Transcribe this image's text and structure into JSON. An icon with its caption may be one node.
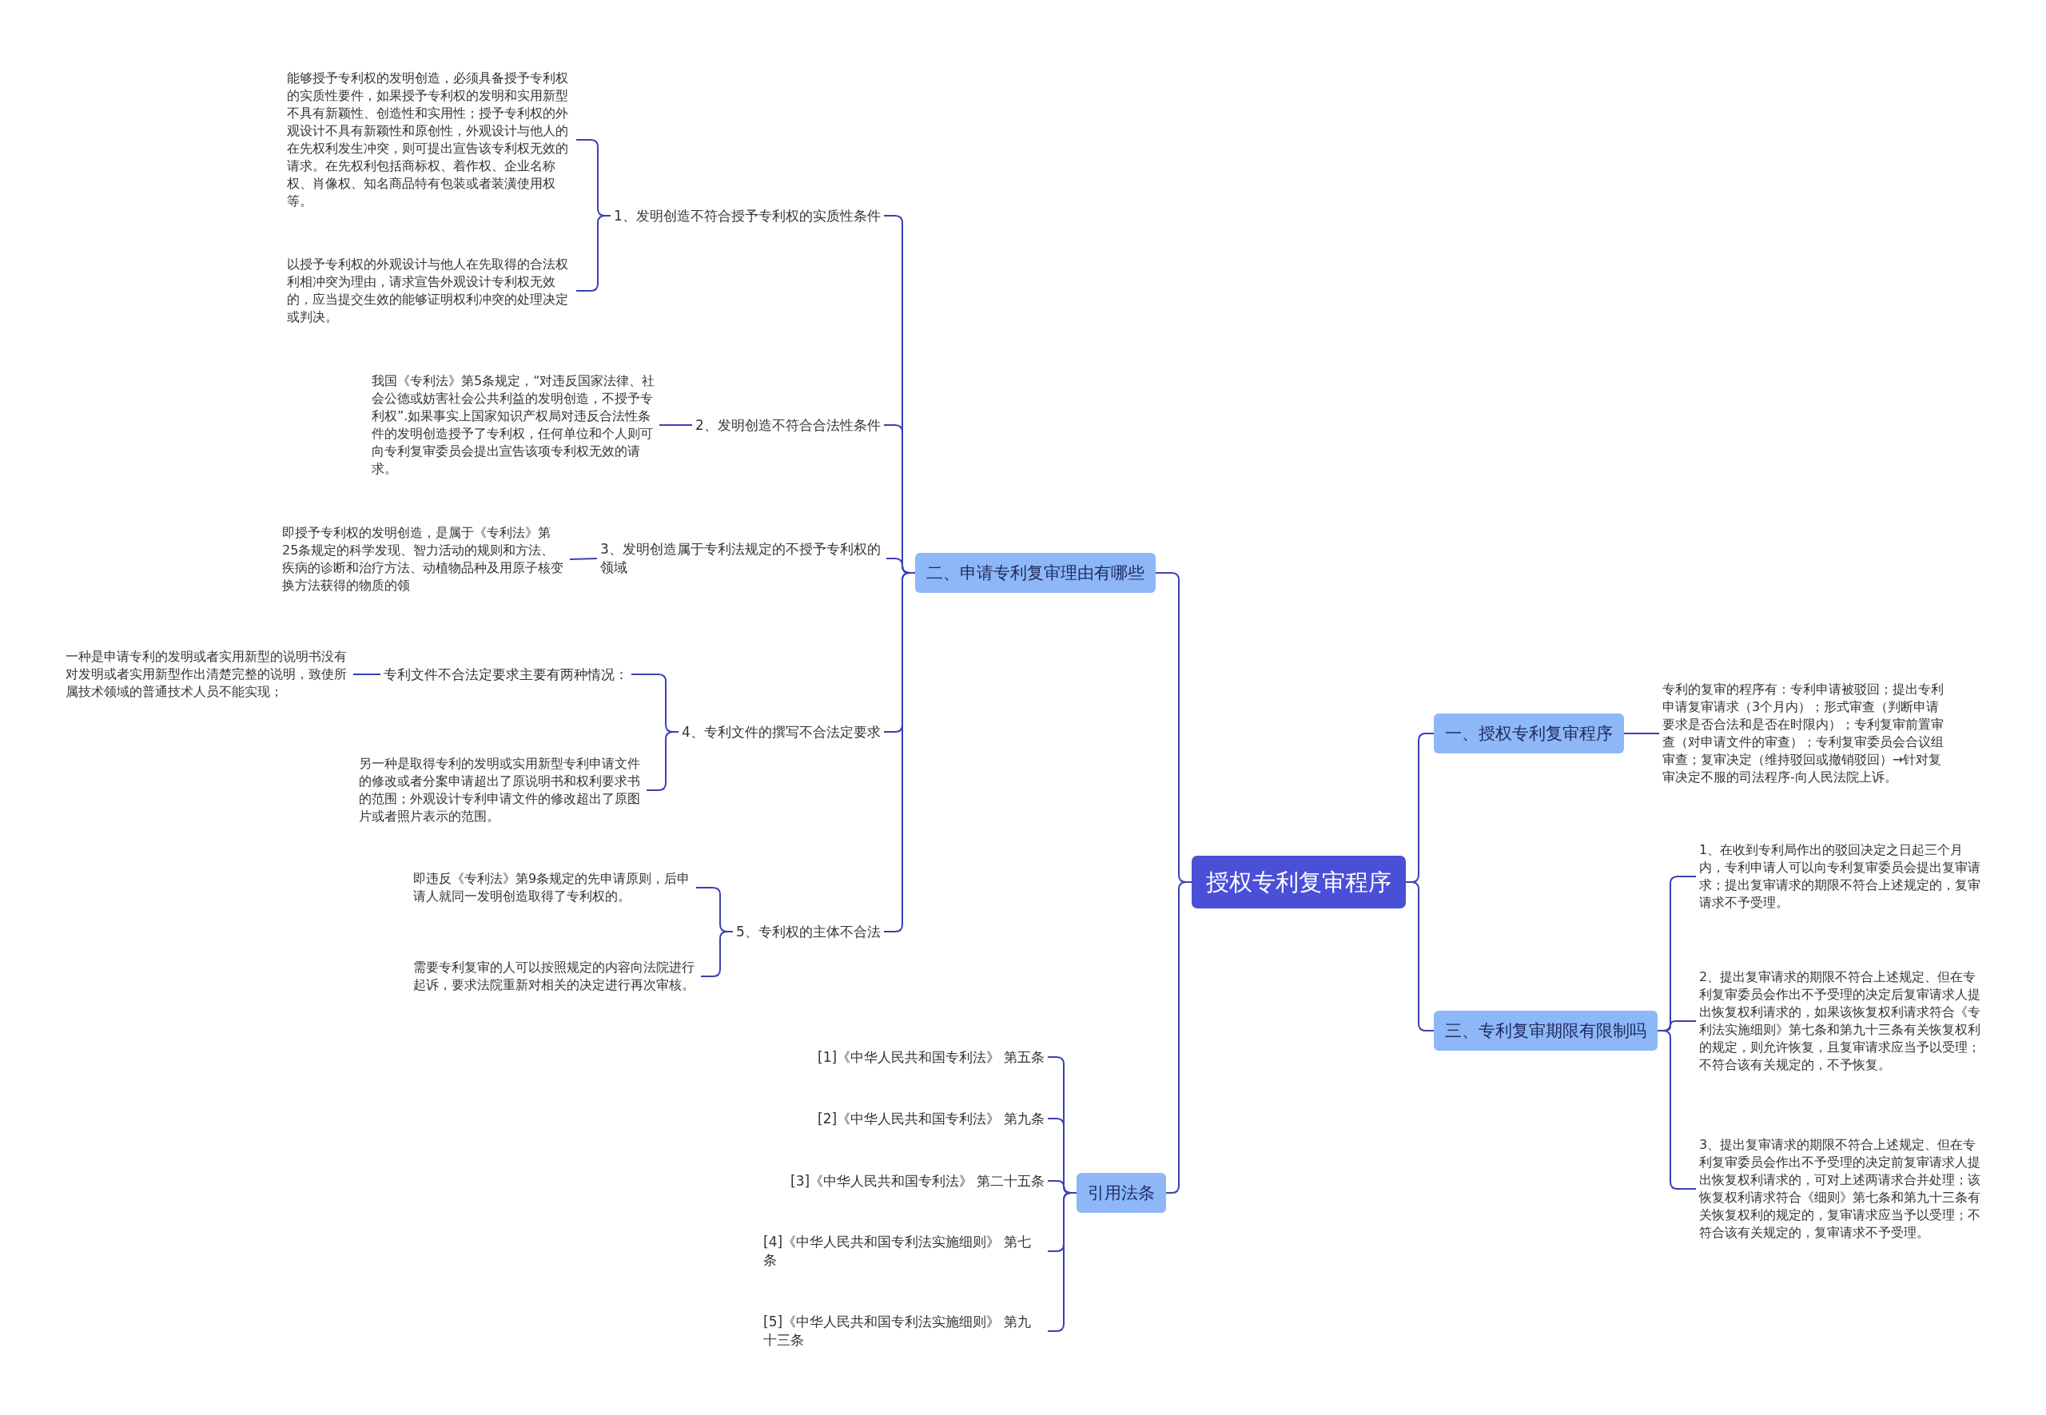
{
  "diagram": {
    "nodes": [
      {
        "text": [
          "授权专利复审程序"
        ]
      },
      {
        "text": [
          "二、申请专利复审理由有哪些"
        ]
      },
      {
        "text": [
          "1、发明创造不符合授予专利权的实质性条件"
        ]
      },
      {
        "text": [
          "能够授予专利权的发明创造，必须具备授予专利权的实质性要件，如果授予专利权的发明和实用新型不具有新颖性、创造性和实用性；授予专利权的外观设计不具有新颖性和原创性，外观设计与他人的在先权利发生冲突，则可提出宣告该专利权无效的请求。在先权利包括商标权、着作权、企业名称权、肖像权、知名商品特有包装或者装潢使用权等。"
        ]
      },
      {
        "text": [
          "以授予专利权的外观设计与他人在先取得的合法权利相冲突为理由，请求宣告外观设计专利权无效的，应当提交生效的能够证明权利冲突的处理决定或判决。"
        ]
      },
      {
        "text": [
          "2、发明创造不符合合法性条件"
        ]
      },
      {
        "text": [
          "我国《专利法》第5条规定，“对违反国家法律、社会公德或妨害社会公共利益的发明创造，不授予专利权”.如果事实上国家知识产权局对违反合法性条件的发明创造授予了专利权，任何单位和个人则可向专利复审委员会提出宣告该项专利权无效的请求。"
        ]
      },
      {
        "text": [
          "3、发明创造属于专利法规定的不授予专利权的领域"
        ]
      },
      {
        "text": [
          "即授予专利权的发明创造，是属于《专利法》第25条规定的科学发现、智力活动的规则和方法、疾病的诊断和治疗方法、动植物品种及用原子核变换方法获得的物质的领"
        ]
      },
      {
        "text": [
          "4、专利文件的撰写不合法定要求"
        ]
      },
      {
        "text": [
          "专利文件不合法定要求主要有两种情况："
        ]
      },
      {
        "text": [
          "一种是申请专利的发明或者实用新型的说明书没有对发明或者实用新型作出清楚完整的说明，致使所属技术领域的普通技术人员不能实现；"
        ]
      },
      {
        "text": [
          "另一种是取得专利的发明或实用新型专利申请文件的修改或者分案申请超出了原说明书和权利要求书的范围；外观设计专利申请文件的修改超出了原图片或者照片表示的范围。"
        ]
      },
      {
        "text": [
          "5、专利权的主体不合法"
        ]
      },
      {
        "text": [
          "即违反《专利法》第9条规定的先申请原则，后申请人就同一发明创造取得了专利权的。"
        ]
      },
      {
        "text": [
          "需要专利复审的人可以按照规定的内容向法院进行起诉，要求法院重新对相关的决定进行再次审核。"
        ]
      },
      {
        "text": [
          "引用法条"
        ]
      },
      {
        "text": [
          "[1]《中华人民共和国专利法》 第五条"
        ]
      },
      {
        "text": [
          "[2]《中华人民共和国专利法》 第九条"
        ]
      },
      {
        "text": [
          "[3]《中华人民共和国专利法》 第二十五条"
        ]
      },
      {
        "text": [
          "[4]《中华人民共和国专利法实施细则》 第七条"
        ]
      },
      {
        "text": [
          "[5]《中华人民共和国专利法实施细则》 第九十三条"
        ]
      },
      {
        "text": [
          "一、授权专利复审程序"
        ]
      },
      {
        "text": [
          "专利的复审的程序有：专利申请被驳回；提出专利申请复审请求（3个月内）；形式审查（判断申请要求是否合法和是否在时限内）；专利复审前置审查（对申请文件的审查）；专利复审委员会合议组审查；复审决定（维持驳回或撤销驳回）→针对复审决定不服的司法程序-向人民法院上诉。"
        ]
      },
      {
        "text": [
          "三、专利复审期限有限制吗"
        ]
      },
      {
        "text": [
          "1、在收到专利局作出的驳回决定之日起三个月内，专利申请人可以向专利复审委员会提出复审请求；提出复审请求的期限不符合上述规定的，复审请求不予受理。"
        ]
      },
      {
        "text": [
          "2、提出复审请求的期限不符合上述规定、但在专利复审委员会作出不予受理的决定后复审请求人提出恢复权利请求的，如果该恢复权利请求符合《专利法实施细则》第七条和第九十三条有关恢复权利的规定，则允许恢复，且复审请求应当予以受理；不符合该有关规定的，不予恢复。"
        ]
      },
      {
        "text": [
          "3、提出复审请求的期限不符合上述规定、但在专利复审委员会作出不予受理的决定前复审请求人提出恢复权利请求的，可对上述两请求合并处理；该恢复权利请求符合《细则》第七条和第九十三条有关恢复权利的规定的，复审请求应当予以受理；不符合该有关规定的，复审请求不予受理。"
        ]
      }
    ],
    "edges": [
      {
        "from": 0,
        "to": 1,
        "arrow": "none"
      },
      {
        "from": 0,
        "to": 16,
        "arrow": "none"
      },
      {
        "from": 0,
        "to": 22,
        "arrow": "none"
      },
      {
        "from": 0,
        "to": 24,
        "arrow": "none"
      },
      {
        "from": 1,
        "to": 2,
        "arrow": "none"
      },
      {
        "from": 1,
        "to": 5,
        "arrow": "none"
      },
      {
        "from": 1,
        "to": 7,
        "arrow": "none"
      },
      {
        "from": 1,
        "to": 9,
        "arrow": "none"
      },
      {
        "from": 1,
        "to": 13,
        "arrow": "none"
      },
      {
        "from": 2,
        "to": 3,
        "arrow": "none"
      },
      {
        "from": 2,
        "to": 4,
        "arrow": "none"
      },
      {
        "from": 5,
        "to": 6,
        "arrow": "none"
      },
      {
        "from": 7,
        "to": 8,
        "arrow": "none"
      },
      {
        "from": 9,
        "to": 10,
        "arrow": "none"
      },
      {
        "from": 9,
        "to": 12,
        "arrow": "none"
      },
      {
        "from": 10,
        "to": 11,
        "arrow": "none"
      },
      {
        "from": 13,
        "to": 14,
        "arrow": "none"
      },
      {
        "from": 13,
        "to": 15,
        "arrow": "none"
      },
      {
        "from": 16,
        "to": 17,
        "arrow": "none"
      },
      {
        "from": 16,
        "to": 18,
        "arrow": "none"
      },
      {
        "from": 16,
        "to": 19,
        "arrow": "none"
      },
      {
        "from": 16,
        "to": 20,
        "arrow": "none"
      },
      {
        "from": 16,
        "to": 21,
        "arrow": "none"
      },
      {
        "from": 22,
        "to": 23,
        "arrow": "none"
      },
      {
        "from": 24,
        "to": 25,
        "arrow": "none"
      },
      {
        "from": 24,
        "to": 26,
        "arrow": "none"
      },
      {
        "from": 24,
        "to": 27,
        "arrow": "none"
      }
    ]
  }
}
